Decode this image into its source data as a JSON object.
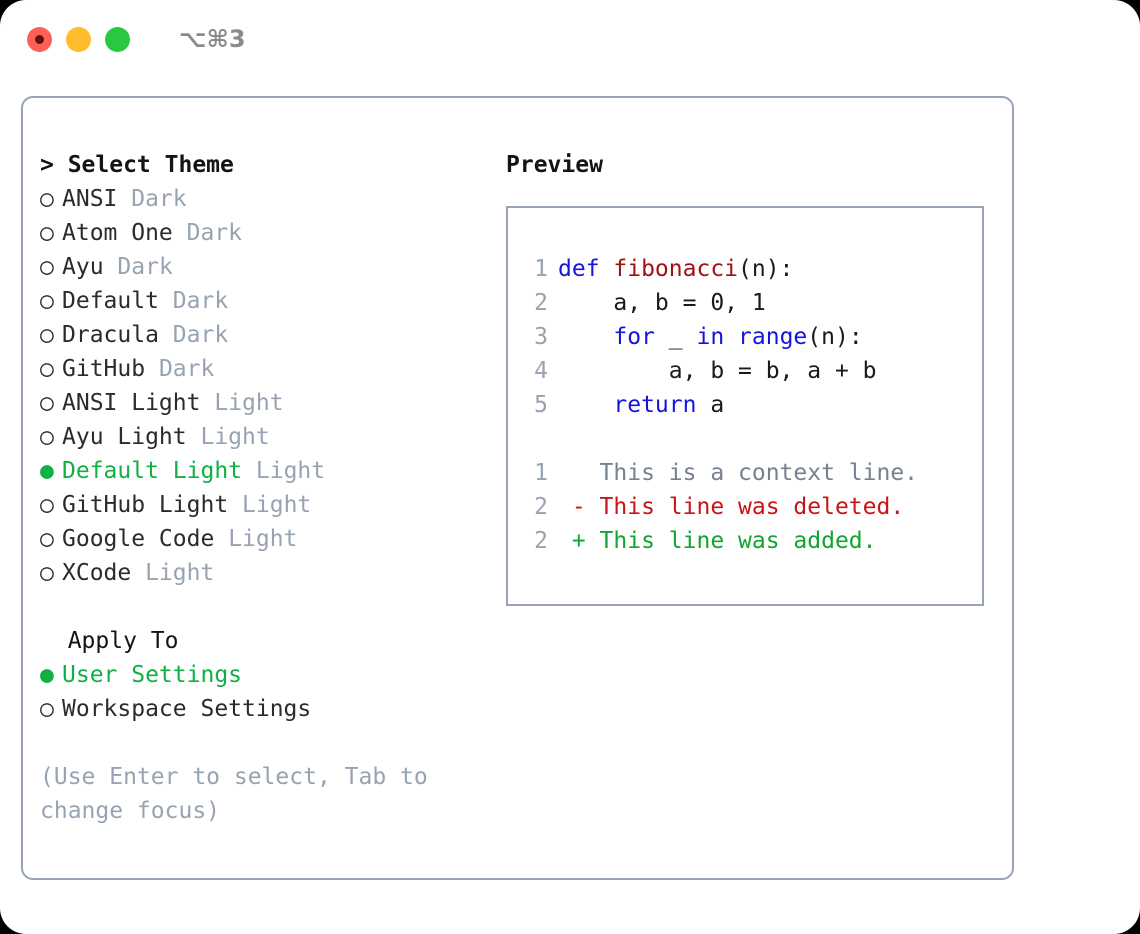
{
  "titlebar": {
    "shortcut": "⌥⌘3",
    "lights": [
      {
        "name": "close",
        "color": "#ff5f57"
      },
      {
        "name": "minimize",
        "color": "#febc2e"
      },
      {
        "name": "maximize",
        "color": "#28c840"
      }
    ]
  },
  "colors": {
    "selected_green": "#10b044",
    "muted_gray": "#97a3b2",
    "border": "#97a3b2",
    "keyword_blue": "#1414e0",
    "function_red": "#9e1212",
    "diff_add": "#10a52e",
    "diff_del": "#c81414"
  },
  "theme_list": {
    "header": "> Select Theme",
    "items": [
      {
        "bullet": "○",
        "label": "ANSI",
        "tag": "Dark",
        "selected": false
      },
      {
        "bullet": "○",
        "label": "Atom One",
        "tag": "Dark",
        "selected": false
      },
      {
        "bullet": "○",
        "label": "Ayu",
        "tag": "Dark",
        "selected": false
      },
      {
        "bullet": "○",
        "label": "Default",
        "tag": "Dark",
        "selected": false
      },
      {
        "bullet": "○",
        "label": "Dracula",
        "tag": "Dark",
        "selected": false
      },
      {
        "bullet": "○",
        "label": "GitHub",
        "tag": "Dark",
        "selected": false
      },
      {
        "bullet": "○",
        "label": "ANSI Light",
        "tag": "Light",
        "selected": false
      },
      {
        "bullet": "○",
        "label": "Ayu Light",
        "tag": "Light",
        "selected": false
      },
      {
        "bullet": "●",
        "label": "Default Light",
        "tag": "Light",
        "selected": true
      },
      {
        "bullet": "○",
        "label": "GitHub Light",
        "tag": "Light",
        "selected": false
      },
      {
        "bullet": "○",
        "label": "Google Code",
        "tag": "Light",
        "selected": false
      },
      {
        "bullet": "○",
        "label": "XCode",
        "tag": "Light",
        "selected": false
      }
    ]
  },
  "apply_to": {
    "header": "  Apply To",
    "items": [
      {
        "bullet": "●",
        "label": "User Settings",
        "selected": true
      },
      {
        "bullet": "○",
        "label": "Workspace Settings",
        "selected": false
      }
    ]
  },
  "hint": "(Use Enter to select, Tab to change focus)",
  "preview": {
    "title": "Preview",
    "code_lines": [
      {
        "num": "1",
        "tokens": [
          {
            "t": "def ",
            "c": "kw"
          },
          {
            "t": "fibonacci",
            "c": "fn"
          },
          {
            "t": "(n):",
            "c": "plain"
          }
        ]
      },
      {
        "num": "2",
        "tokens": [
          {
            "t": "    a, b = 0, 1",
            "c": "plain"
          }
        ]
      },
      {
        "num": "3",
        "tokens": [
          {
            "t": "    ",
            "c": "plain"
          },
          {
            "t": "for",
            "c": "kw"
          },
          {
            "t": " _ ",
            "c": "plain"
          },
          {
            "t": "in",
            "c": "kw"
          },
          {
            "t": " ",
            "c": "plain"
          },
          {
            "t": "range",
            "c": "kw"
          },
          {
            "t": "(n):",
            "c": "plain"
          }
        ]
      },
      {
        "num": "4",
        "tokens": [
          {
            "t": "        a, b = b, a + b",
            "c": "plain"
          }
        ]
      },
      {
        "num": "5",
        "tokens": [
          {
            "t": "    ",
            "c": "plain"
          },
          {
            "t": "return",
            "c": "kw"
          },
          {
            "t": " a",
            "c": "plain"
          }
        ]
      }
    ],
    "diff_lines": [
      {
        "num": "1",
        "tokens": [
          {
            "t": "   This is a context line.",
            "c": "ctx"
          }
        ]
      },
      {
        "num": "2",
        "tokens": [
          {
            "t": " - This line was deleted.",
            "c": "del"
          }
        ]
      },
      {
        "num": "2",
        "tokens": [
          {
            "t": " + This line was added.",
            "c": "add"
          }
        ]
      }
    ]
  }
}
